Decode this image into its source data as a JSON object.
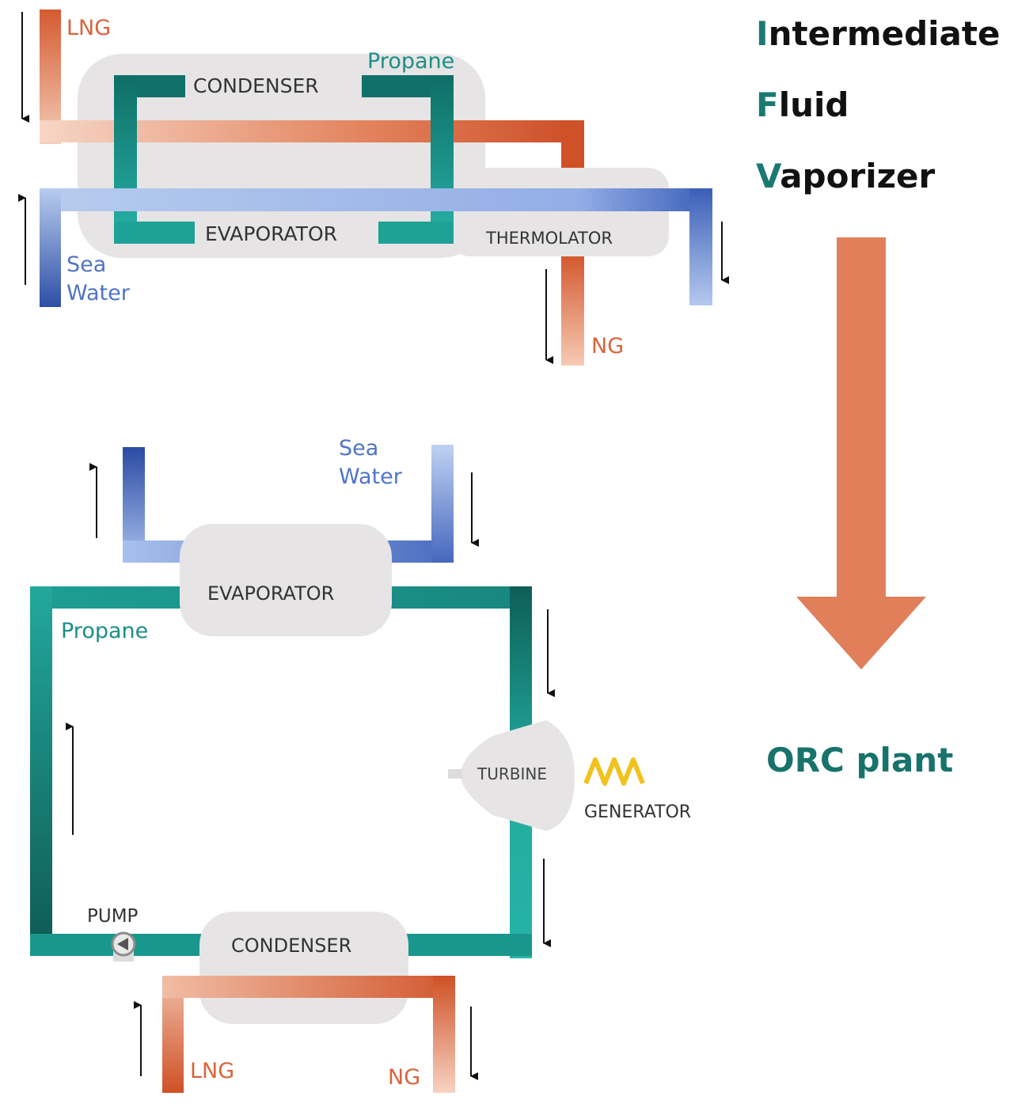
{
  "colors": {
    "lng": "#d45a30",
    "lng_light": "#f2c2ab",
    "seawater": "#3b5fb8",
    "seawater_light": "#aec4ea",
    "propane": "#1fa89e",
    "propane_dark": "#0f5e58",
    "unit_box": "#e6e4e4",
    "flow_arrow": "#e07f5a",
    "generator": "#f2c21c",
    "title_letter": "#1a7a72"
  },
  "top_diagram": {
    "lng_label": "LNG",
    "propane_label": "Propane",
    "condenser_label": "CONDENSER",
    "evaporator_label": "EVAPORATOR",
    "thermolator_label": "THERMOLATOR",
    "seawater_label_1": "Sea",
    "seawater_label_2": "Water",
    "ng_label": "NG"
  },
  "bottom_diagram": {
    "seawater_label_1": "Sea",
    "seawater_label_2": "Water",
    "evaporator_label": "EVAPORATOR",
    "propane_label": "Propane",
    "turbine_label": "TURBINE",
    "generator_label": "GENERATOR",
    "pump_label": "PUMP",
    "condenser_label": "CONDENSER",
    "lng_label": "LNG",
    "ng_label": "NG"
  },
  "title": {
    "line1_first": "I",
    "line1_rest": "ntermediate",
    "line2_first": "F",
    "line2_rest": "luid",
    "line3_first": "V",
    "line3_rest": "aporizer"
  },
  "orc_label": "ORC plant"
}
